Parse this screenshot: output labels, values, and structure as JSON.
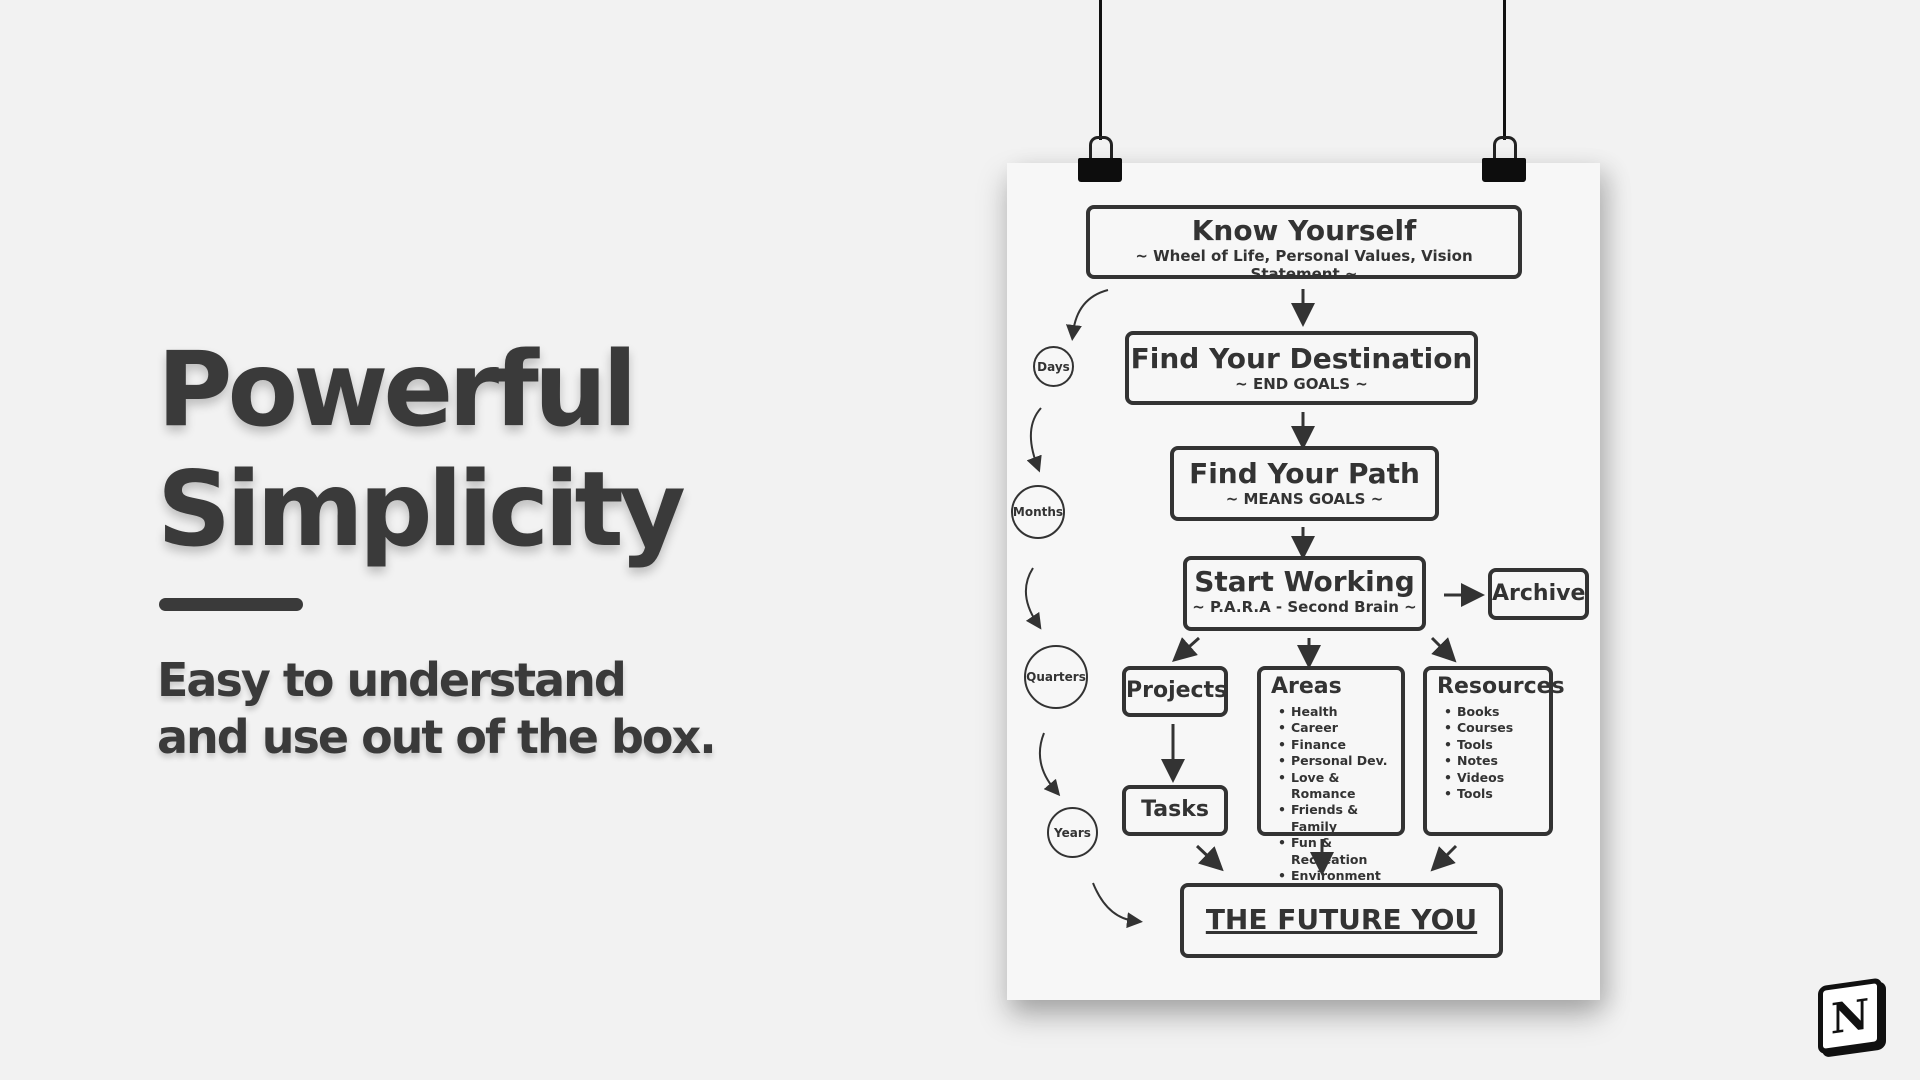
{
  "headline": {
    "line1": "Powerful",
    "line2": "Simplicity"
  },
  "subheadline": {
    "line1": "Easy to understand",
    "line2": "and use out of the box."
  },
  "poster": {
    "know_yourself": {
      "title": "Know Yourself",
      "subtitle": "~ Wheel of Life, Personal Values, Vision Statement ~"
    },
    "destination": {
      "title": "Find Your Destination",
      "subtitle": "~ END GOALS ~"
    },
    "path": {
      "title": "Find Your Path",
      "subtitle": "~ MEANS GOALS ~"
    },
    "start_working": {
      "title": "Start Working",
      "subtitle": "~ P.A.R.A - Second Brain ~"
    },
    "archive": "Archive",
    "projects": "Projects",
    "tasks": "Tasks",
    "areas": {
      "title": "Areas",
      "items": [
        "Health",
        "Career",
        "Finance",
        "Personal Dev.",
        "Love & Romance",
        "Friends & Family",
        "Fun & Recreation",
        "Environment"
      ]
    },
    "resources": {
      "title": "Resources",
      "items": [
        "Books",
        "Courses",
        "Tools",
        "Notes",
        "Videos",
        "Tools"
      ]
    },
    "future": "THE FUTURE YOU",
    "timeline": [
      "Days",
      "Months",
      "Quarters",
      "Years"
    ]
  },
  "logo_icon": "notion-logo-icon",
  "logo_letter": "N"
}
